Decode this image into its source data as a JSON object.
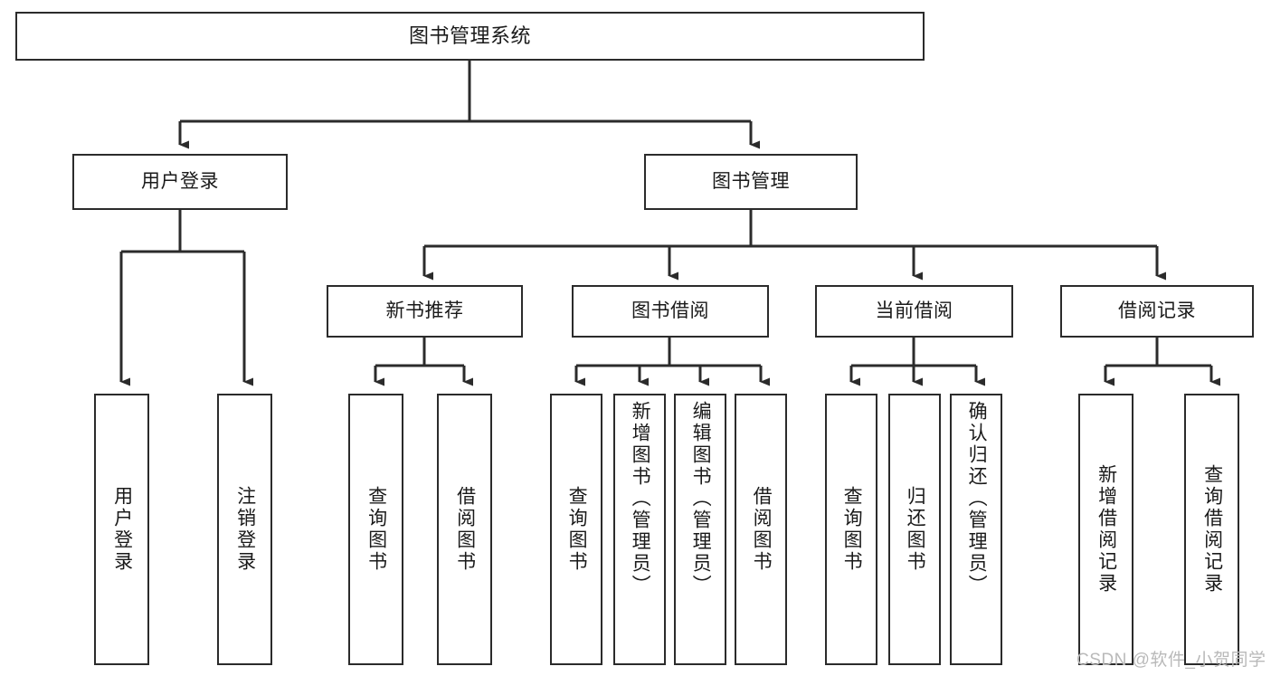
{
  "diagram": {
    "title": "图书管理系统",
    "type": "tree",
    "background_color": "#ffffff",
    "line_color": "#2b2b2b",
    "text_color": "#1a1a1a",
    "watermark": "CSDN @软件_小贺同学",
    "levels": {
      "root": {
        "label": "图书管理系统"
      },
      "level2": [
        {
          "label": "用户登录"
        },
        {
          "label": "图书管理"
        }
      ],
      "level3": [
        {
          "label": "新书推荐"
        },
        {
          "label": "图书借阅"
        },
        {
          "label": "当前借阅"
        },
        {
          "label": "借阅记录"
        }
      ],
      "leaves": {
        "user_login": [
          {
            "label": "用户登录"
          },
          {
            "label": "注销登录"
          }
        ],
        "new_book": [
          {
            "label": "查询图书"
          },
          {
            "label": "借阅图书"
          }
        ],
        "book_borrow": [
          {
            "label": "查询图书"
          },
          {
            "label": "新增图书（管理员）"
          },
          {
            "label": "编辑图书（管理员）"
          },
          {
            "label": "借阅图书"
          }
        ],
        "current_borrow": [
          {
            "label": "查询图书"
          },
          {
            "label": "归还图书"
          },
          {
            "label": "确认归还（管理员）"
          }
        ],
        "borrow_record": [
          {
            "label": "新增借阅记录"
          },
          {
            "label": "查询借阅记录"
          }
        ]
      }
    }
  }
}
